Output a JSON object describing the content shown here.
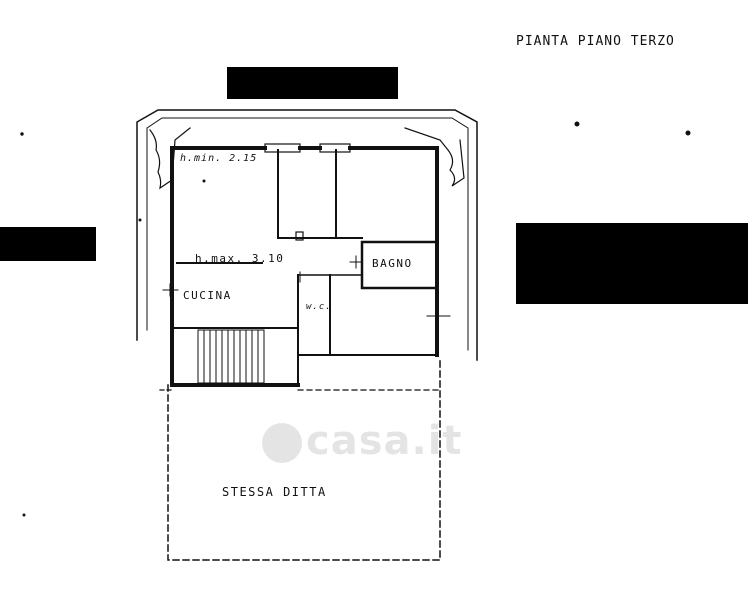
{
  "plan": {
    "title": "PIANTA PIANO TERZO",
    "rooms": {
      "hmin": "h.min. 2.15",
      "hmax": "h.max. 3.10",
      "kitchen": "CUCINA",
      "bathroom": "BAGNO",
      "wc": "w.c."
    },
    "lower_area": "STESSA DITTA"
  },
  "watermark": {
    "text": "casa.it"
  },
  "colors": {
    "ink": "#111111",
    "background": "#ffffff",
    "redaction": "#000000"
  }
}
